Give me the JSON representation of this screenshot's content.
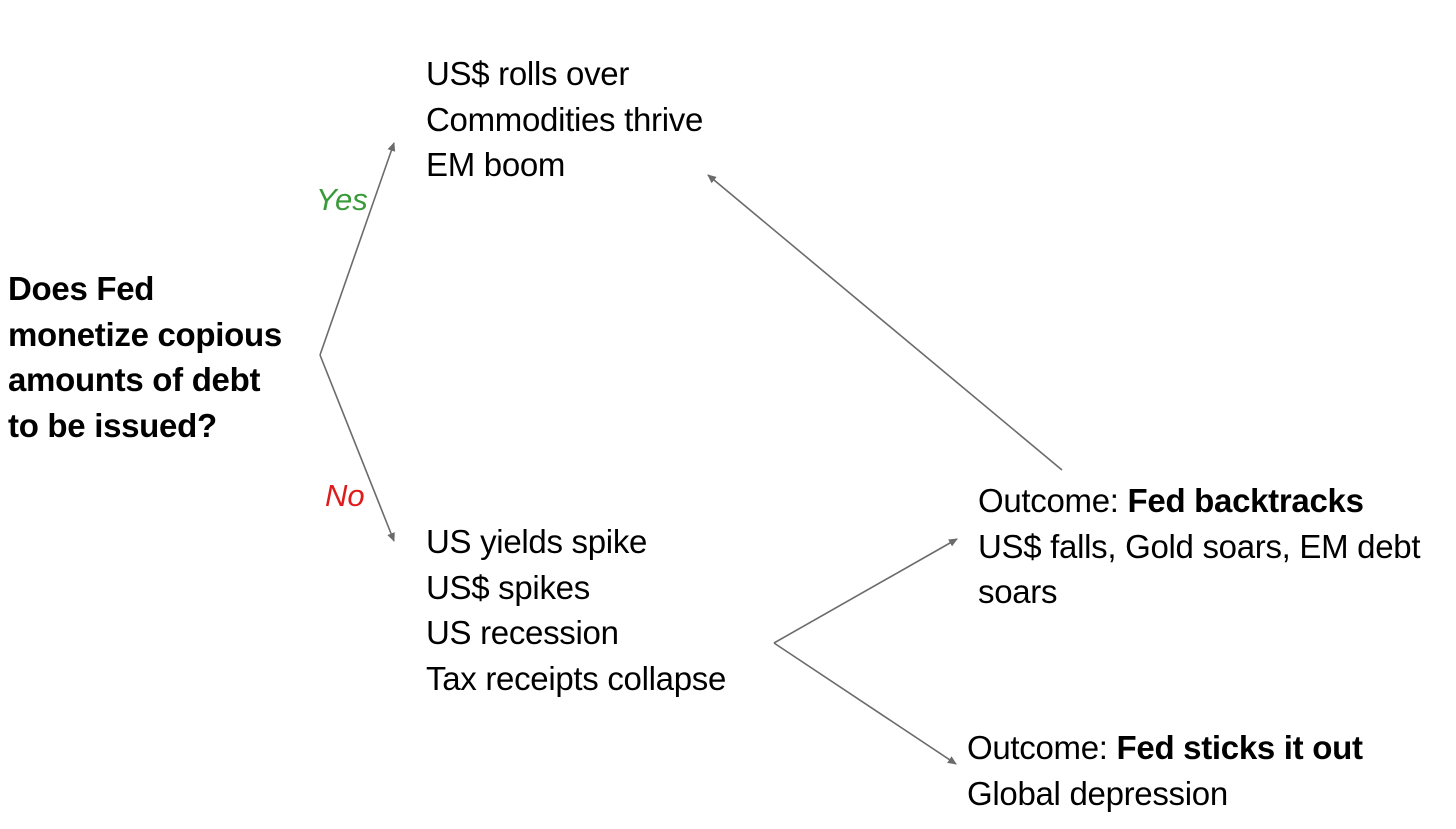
{
  "question": {
    "lines": [
      "Does Fed",
      "monetize copious",
      "amounts of debt",
      "to be issued?"
    ]
  },
  "branch_labels": {
    "yes": "Yes",
    "no": "No",
    "yes_color": "#3a9a3a",
    "no_color": "#e01b1b"
  },
  "yes_branch": {
    "lines": [
      "US$ rolls over",
      "Commodities thrive",
      "EM boom"
    ]
  },
  "no_branch": {
    "lines": [
      "US yields spike",
      "US$ spikes",
      "US recession",
      "Tax receipts collapse"
    ]
  },
  "outcome_backtracks": {
    "prefix": "Outcome: ",
    "title": "Fed backtracks",
    "detail_line1": "US$ falls, Gold soars, EM debt",
    "detail_line2": "soars"
  },
  "outcome_sticks": {
    "prefix": "Outcome: ",
    "title": "Fed sticks it out",
    "detail": "Global depression"
  },
  "arrow_color": "#6b6b6b"
}
